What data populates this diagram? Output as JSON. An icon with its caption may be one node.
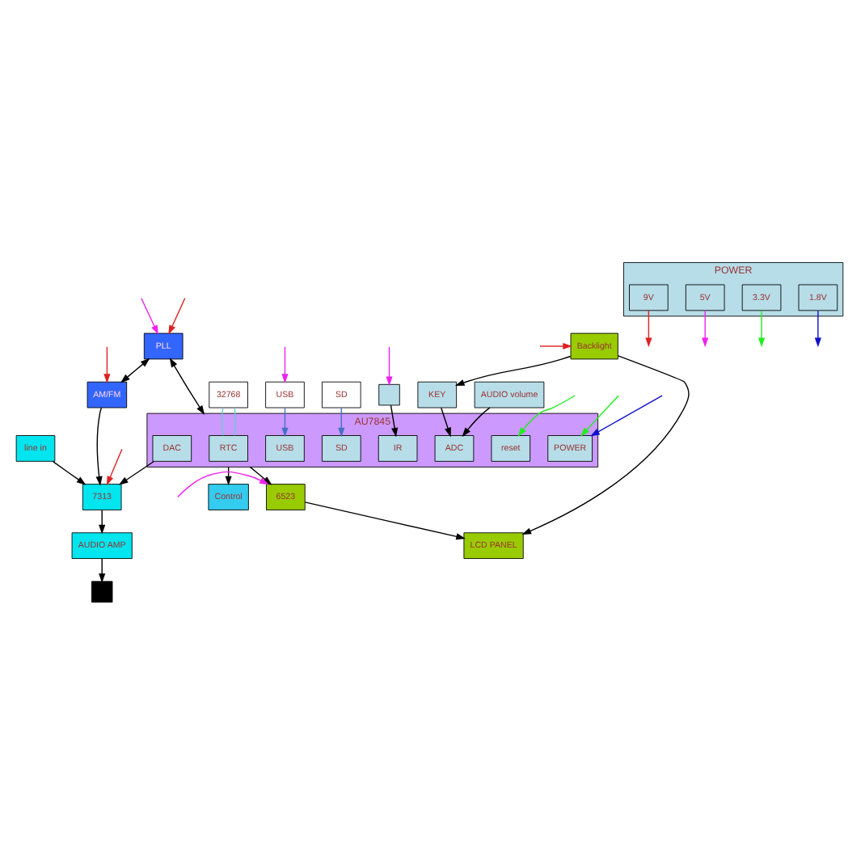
{
  "diagram": {
    "nodes": [
      {
        "text": [
          "line in"
        ]
      },
      {
        "text": [
          "7313"
        ]
      },
      {
        "text": [
          "AUDIO AMP"
        ]
      },
      {
        "text": [],
        "shape": "speaker"
      },
      {
        "text": [
          "Control"
        ]
      },
      {
        "text": [
          "PLL"
        ]
      },
      {
        "text": [
          "AM/FM"
        ]
      },
      {
        "text": [
          "AU7845"
        ]
      },
      {
        "text": [
          "RTC"
        ],
        "in": 7
      },
      {
        "text": [
          "DAC"
        ],
        "in": 7
      },
      {
        "text": [
          "USB"
        ],
        "in": 7
      },
      {
        "text": [
          "SD"
        ],
        "in": 7
      },
      {
        "text": [
          "reset"
        ],
        "in": 7
      },
      {
        "text": [
          "POWER"
        ],
        "in": 7
      },
      {
        "text": [
          "IR"
        ],
        "in": 7
      },
      {
        "text": [
          "ADC"
        ],
        "in": 7
      },
      {
        "text": [
          "32768"
        ]
      },
      {
        "text": [
          "USB"
        ]
      },
      {
        "text": [
          "SD"
        ]
      },
      {
        "text": [
          "6523"
        ]
      },
      {
        "text": [
          "LCD PANEL"
        ]
      },
      {
        "text": [
          "Backlight"
        ]
      },
      {
        "text": [
          "KEY"
        ]
      },
      {
        "text": [],
        "shape": "box"
      },
      {
        "text": [
          "AUDIO volume"
        ]
      },
      {
        "text": [
          "POWER"
        ]
      },
      {
        "text": [
          "9V"
        ],
        "in": 25
      },
      {
        "text": [
          "5V"
        ],
        "in": 25
      },
      {
        "text": [
          "3.3V"
        ],
        "in": 25
      },
      {
        "text": [
          "1.8V"
        ],
        "in": 25
      }
    ],
    "edges": [
      {
        "from": 0,
        "to": 1,
        "arrow": "to"
      },
      {
        "from": 1,
        "to": 2,
        "arrow": "to"
      },
      {
        "from": 2,
        "to": 3,
        "arrow": "to"
      },
      {
        "from": 6,
        "to": 1,
        "arrow": "to"
      },
      {
        "from": 9,
        "to": 1,
        "arrow": "to"
      },
      {
        "from": null,
        "to": 1,
        "arrow": "to",
        "color": "#dd2222"
      },
      {
        "from": 7,
        "to": 4,
        "arrow": "to"
      },
      {
        "from": 5,
        "to": 7,
        "arrow": "both"
      },
      {
        "from": null,
        "to": 5,
        "arrow": "to",
        "color": "#ee22ee"
      },
      {
        "from": null,
        "to": 5,
        "arrow": "to",
        "color": "#dd2222"
      },
      {
        "from": 5,
        "to": 6,
        "arrow": "both"
      },
      {
        "from": null,
        "to": 6,
        "arrow": "to",
        "color": "#dd2222"
      },
      {
        "from": 16,
        "to": 8,
        "arrow": "none",
        "color": "#66cccc"
      },
      {
        "from": 16,
        "to": 8,
        "arrow": "none",
        "color": "#66cccc"
      },
      {
        "from": null,
        "to": 17,
        "arrow": "to",
        "color": "#ee22ee"
      },
      {
        "from": 17,
        "to": 10,
        "arrow": "to",
        "color": "#4472c4"
      },
      {
        "from": 18,
        "to": 11,
        "arrow": "to",
        "color": "#4472c4"
      },
      {
        "from": 7,
        "to": 19,
        "arrow": "to"
      },
      {
        "from": null,
        "to": 19,
        "arrow": "to",
        "color": "#ee22ee"
      },
      {
        "from": 19,
        "to": 20,
        "arrow": "to"
      },
      {
        "from": 21,
        "to": 20,
        "arrow": "to"
      },
      {
        "from": null,
        "to": 21,
        "arrow": "to",
        "color": "#dd2222"
      },
      {
        "from": 21,
        "to": 22,
        "arrow": "to"
      },
      {
        "from": null,
        "to": 12,
        "arrow": "to",
        "color": "#22ee22"
      },
      {
        "from": 22,
        "to": 15,
        "arrow": "to"
      },
      {
        "from": 24,
        "to": 15,
        "arrow": "to"
      },
      {
        "from": 23,
        "to": 14,
        "arrow": "to"
      },
      {
        "from": null,
        "to": 23,
        "arrow": "to",
        "color": "#ee22ee"
      },
      {
        "from": null,
        "to": 13,
        "arrow": "to",
        "color": "#1111cc"
      },
      {
        "from": null,
        "to": 13,
        "arrow": "to",
        "color": "#22ee22"
      },
      {
        "from": 26,
        "to": null,
        "arrow": "to",
        "color": "#dd2222"
      },
      {
        "from": 27,
        "to": null,
        "arrow": "to",
        "color": "#ee22ee"
      },
      {
        "from": 28,
        "to": null,
        "arrow": "to",
        "color": "#22ee22"
      },
      {
        "from": 29,
        "to": null,
        "arrow": "to",
        "color": "#1111cc"
      }
    ]
  }
}
